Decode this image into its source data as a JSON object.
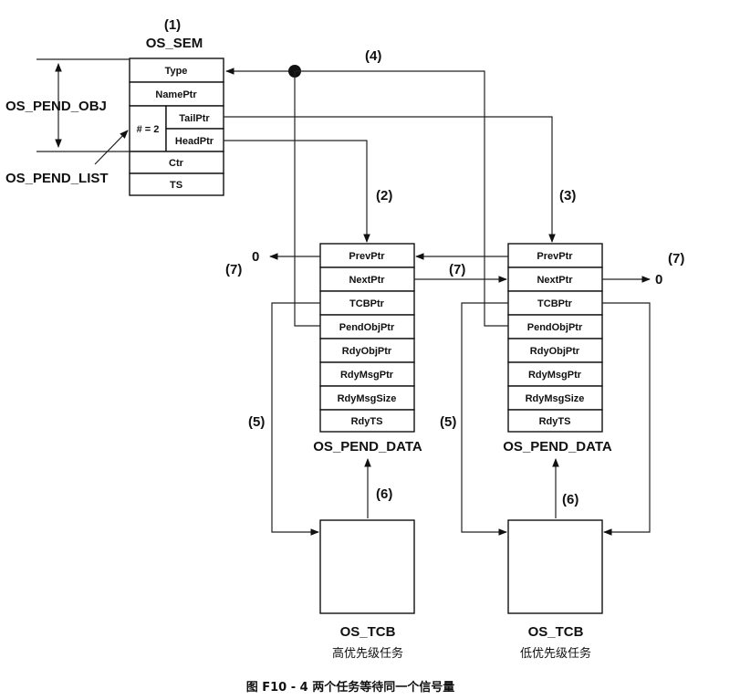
{
  "os_sem": {
    "marker": "(1)",
    "title": "OS_SEM",
    "fields": {
      "type": "Type",
      "name_ptr": "NamePtr",
      "count": "# = 2",
      "tail_ptr": "TailPtr",
      "head_ptr": "HeadPtr",
      "ctr": "Ctr",
      "ts": "TS"
    }
  },
  "side_labels": {
    "pend_obj": "OS_PEND_OBJ",
    "pend_list": "OS_PEND_LIST"
  },
  "markers": {
    "m2": "(2)",
    "m3": "(3)",
    "m4": "(4)",
    "m5_left": "(5)",
    "m5_right": "(5)",
    "m6_left": "(6)",
    "m6_right": "(6)",
    "m7_left": "(7)",
    "m7_middle": "(7)",
    "m7_right": "(7)"
  },
  "null_values": {
    "left": "0",
    "right": "0"
  },
  "pend_data_left": {
    "title": "OS_PEND_DATA",
    "fields": [
      "PrevPtr",
      "NextPtr",
      "TCBPtr",
      "PendObjPtr",
      "RdyObjPtr",
      "RdyMsgPtr",
      "RdyMsgSize",
      "RdyTS"
    ]
  },
  "pend_data_right": {
    "title": "OS_PEND_DATA",
    "fields": [
      "PrevPtr",
      "NextPtr",
      "TCBPtr",
      "PendObjPtr",
      "RdyObjPtr",
      "RdyMsgPtr",
      "RdyMsgSize",
      "RdyTS"
    ]
  },
  "tcb_left": {
    "title": "OS_TCB",
    "subtitle": "高优先级任务"
  },
  "tcb_right": {
    "title": "OS_TCB",
    "subtitle": "低优先级任务"
  },
  "caption": "图 F10 - 4   两个任务等待同一个信号量"
}
